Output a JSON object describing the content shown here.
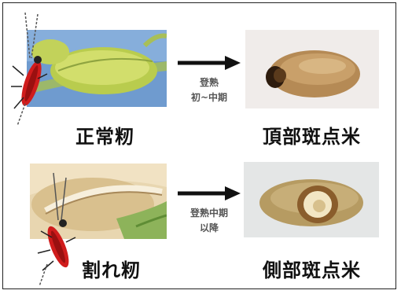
{
  "top_row": {
    "left_caption": "正常籾",
    "right_caption": "頂部斑点米",
    "stage_line1": "登熟",
    "stage_line2": "初~中期",
    "left_image": "healthy-rice-grain-on-panicle",
    "right_image": "rice-kernel-with-dark-tip-spot"
  },
  "bottom_row": {
    "left_caption": "割れ籾",
    "right_caption": "側部斑点米",
    "stage_line1": "登熟中期",
    "stage_line2": "以降",
    "left_image": "cracked-rice-husk",
    "right_image": "rice-kernel-with-side-spot"
  },
  "icons": {
    "bug": "stink-bug-icon",
    "arrow": "right-arrow-icon"
  },
  "colors": {
    "bug_red": "#d01c1c",
    "arrow": "#111111",
    "sky_blue": "#6f9bcf",
    "grain_green": "#c8d858"
  }
}
